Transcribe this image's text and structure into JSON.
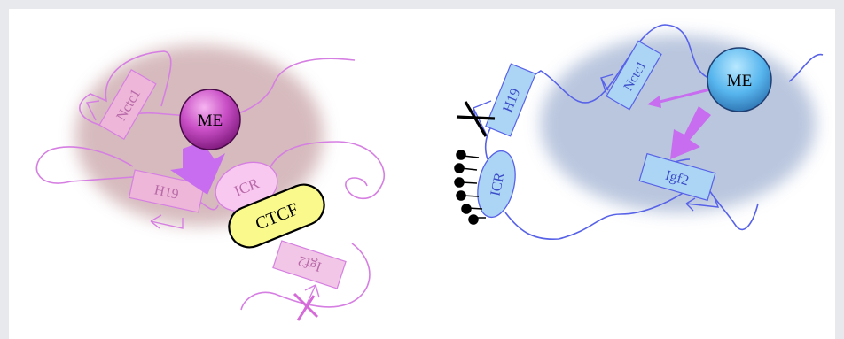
{
  "left_panel": {
    "labels": {
      "enhancer": "ME",
      "nctc1": "Nctc1",
      "h19": "H19",
      "icr": "ICR",
      "ctcf": "CTCF",
      "igf2": "Igf2"
    },
    "colors": {
      "domain": "#c9a4a8",
      "fiber": "#d67fe2",
      "gene_fill": "#eeb6d8",
      "gene_text": "#b86aa8",
      "enhancer": "#a72fa7",
      "arrow": "#c86cf0",
      "ctcf": "#fafa8c",
      "block": "#d56ad8"
    }
  },
  "right_panel": {
    "labels": {
      "enhancer": "ME",
      "nctc1": "Nctc1",
      "h19": "H19",
      "icr": "ICR",
      "igf2": "Igf2"
    },
    "colors": {
      "domain": "#a8b8d6",
      "fiber": "#5762e8",
      "gene_fill": "#acd4f4",
      "gene_text": "#3a4cc8",
      "enhancer": "#3fa3e6",
      "arrow": "#c86cf0",
      "methyl": "#000000",
      "block": "#000000"
    }
  }
}
